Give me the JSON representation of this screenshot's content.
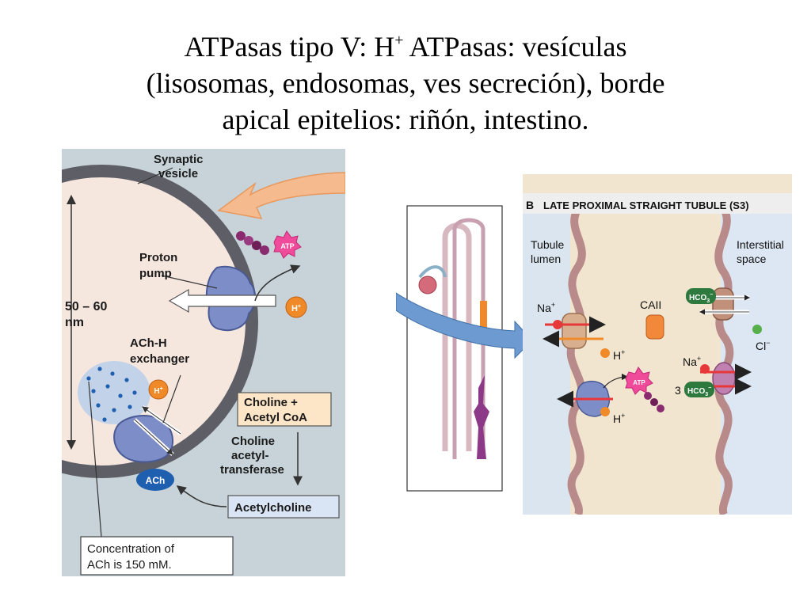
{
  "slide": {
    "title_line1_pre": "ATPasas tipo V:  H",
    "title_sup": "+",
    "title_line1_post": " ATPasas: vesículas",
    "title_line2": "(lisosomas, endosomas, ves secreción), borde",
    "title_line3": "apical epitelios:  riñón, intestino."
  },
  "left_panel": {
    "synaptic_vesicle": "Synaptic",
    "synaptic_vesicle_2": "vesicle",
    "proton_pump": "Proton",
    "proton_pump_2": "pump",
    "size": "50 – 60",
    "size_unit": "nm",
    "ach_h_exchanger": "ACh-H",
    "ach_h_exchanger_2": "exchanger",
    "atp": "ATP",
    "h_plus": "H",
    "h_plus_sup": "+",
    "h_plus_b": "H",
    "h_plus_b_sup": "+",
    "choline_acetylcoa_1": "Choline +",
    "choline_acetylcoa_2": "Acetyl CoA",
    "enzyme_1": "Choline",
    "enzyme_2": "acetyl-",
    "enzyme_3": "transferase",
    "ach": "ACh",
    "acetylcholine": "Acetylcholine",
    "concentration_1": "Concentration of",
    "concentration_2": "ACh is 150 mM."
  },
  "right_panel": {
    "section_letter": "B",
    "section_title": "LATE PROXIMAL STRAIGHT TUBULE (S3)",
    "tubule_lumen_1": "Tubule",
    "tubule_lumen_2": "lumen",
    "interstitial_1": "Interstitial",
    "interstitial_2": "space",
    "na_1": "Na",
    "na_1_sup": "+",
    "h_1": "H",
    "h_1_sup": "+",
    "caii": "CAII",
    "hco3_1": "HCO",
    "hco3_1_sub": "3",
    "hco3_1_sup": "−",
    "cl": "Cl",
    "cl_sup": "−",
    "na_2": "Na",
    "na_2_sup": "+",
    "three": "3",
    "hco3_2": "HCO",
    "hco3_2_sub": "3",
    "hco3_2_sup": "−",
    "atp": "ATP",
    "h_2": "H",
    "h_2_sup": "+"
  },
  "colors": {
    "left_background": "#c7d3d8",
    "vesicle_fill": "#f5e6de",
    "vesicle_membrane": "#5e5e66",
    "pump_blue": "#7c8dc8",
    "arrow_orange": "#f5ba8e",
    "ion_orange": "#f08a28",
    "label_box_orange": "#fde6c7",
    "label_box_blue": "#d9e4f4",
    "ach_blue": "#1f5fb0",
    "cell_fill": "#f2e5cf",
    "cell_membrane": "#b88a8a",
    "lumen_fill": "#dbe5ef",
    "interstitial_fill": "#dde7f3",
    "hco3_green": "#2e7a3e",
    "cl_green": "#55b04a",
    "na_red": "#e63838",
    "caii_orange": "#f2893a"
  }
}
